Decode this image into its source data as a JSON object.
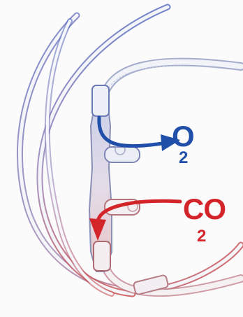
{
  "labels": {
    "oxygen": {
      "main": "O",
      "sub": "2"
    },
    "carbon_dioxide": {
      "main": "CO",
      "sub": "2"
    }
  },
  "colors": {
    "oxygen": "#1f4fa8",
    "carbon_dioxide": "#d3242a",
    "tube_outline": "#9aa3c4",
    "tube_fill": "#eef0f6"
  }
}
